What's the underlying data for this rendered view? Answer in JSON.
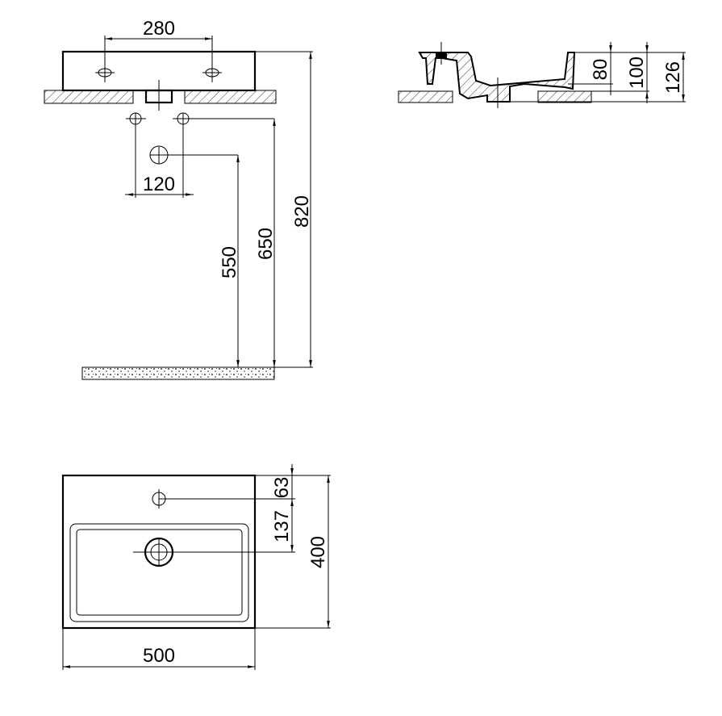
{
  "drawing": {
    "front_view": {
      "dimensions": {
        "tap_hole_spacing": "280",
        "pipe_spacing": "120",
        "waste_height": "550",
        "supply_height": "650",
        "rim_height": "820"
      }
    },
    "side_view": {
      "dimensions": {
        "inner_depth": "80",
        "basin_depth": "100",
        "total_height": "126"
      }
    },
    "plan_view": {
      "dimensions": {
        "tap_hole_offset": "63",
        "drain_offset": "137",
        "depth": "400",
        "width": "500"
      }
    }
  },
  "colors": {
    "line": "#000000",
    "background": "#ffffff"
  }
}
